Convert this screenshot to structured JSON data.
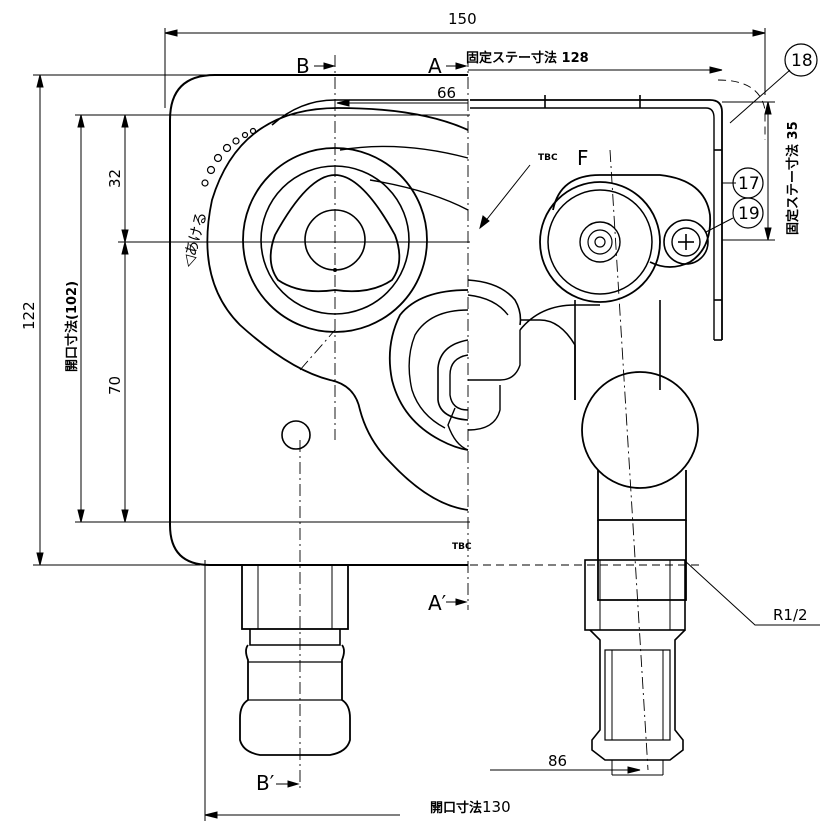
{
  "dimensions": {
    "overall_width": "150",
    "stay_width": "固定ステー寸法 128",
    "half_width": "66",
    "height_upper": "32",
    "height_lower": "70",
    "overall_height": "122",
    "opening_height": "開口寸法(102)",
    "stay_height": "固定ステー寸法 35",
    "outlet_offset": "86",
    "opening_width_label": "開口寸法",
    "opening_width_value": "130",
    "thread": "R1/2"
  },
  "section_marks": {
    "a": "A",
    "a_prime": "A′",
    "b": "B",
    "b_prime": "B′",
    "f": "F"
  },
  "labels": {
    "open_direction": "◁あける",
    "brand_top": "TBC",
    "brand_bottom": "TBC"
  },
  "part_numbers": {
    "p18": "18",
    "p17": "17",
    "p19": "19"
  }
}
